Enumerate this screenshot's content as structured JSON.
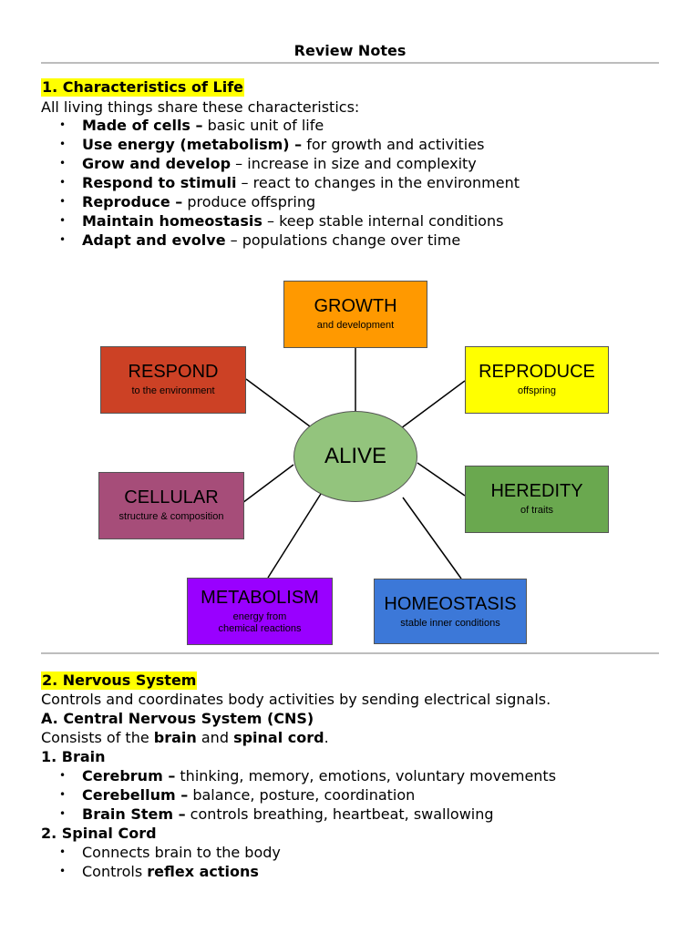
{
  "page_title": "Review Notes",
  "section1": {
    "heading": "1. Characteristics of Life",
    "intro": "All living things share these characteristics:",
    "items": [
      {
        "term": "Made of cells –",
        "desc": " basic unit of life"
      },
      {
        "term": "Use energy (metabolism) –",
        "desc": " for growth and activities"
      },
      {
        "term": "Grow and develop",
        "desc": " – increase in size and complexity"
      },
      {
        "term": "Respond to stimuli",
        "desc": " – react to changes in the environment"
      },
      {
        "term": "Reproduce –",
        "desc": " produce offspring"
      },
      {
        "term": "Maintain homeostasis",
        "desc": " – keep stable internal conditions"
      },
      {
        "term": "Adapt and evolve",
        "desc": " – populations change over time"
      }
    ]
  },
  "diagram": {
    "center": "ALIVE",
    "nodes": {
      "growth": {
        "title": "GROWTH",
        "sub": "and development",
        "color": "#ff9900"
      },
      "respond": {
        "title": "RESPOND",
        "sub": "to the environment",
        "color": "#cc4125"
      },
      "reproduce": {
        "title": "REPRODUCE",
        "sub": "offspring",
        "color": "#ffff00"
      },
      "cellular": {
        "title": "CELLULAR",
        "sub": "structure & composition",
        "color": "#a64d79"
      },
      "heredity": {
        "title": "HEREDITY",
        "sub": "of traits",
        "color": "#6aa84f"
      },
      "metabolism": {
        "title": "METABOLISM",
        "sub": "energy from chemical reactions",
        "color": "#9900ff"
      },
      "homeostasis": {
        "title": "HOMEOSTASIS",
        "sub": "stable inner conditions",
        "color": "#3c78d8"
      }
    }
  },
  "section2": {
    "heading": "2. Nervous System",
    "intro": "Controls and coordinates body activities by sending electrical signals.",
    "cns_heading": "A. Central Nervous System (CNS)",
    "consists": {
      "prefix": "Consists of the ",
      "brain": "brain",
      "and": " and ",
      "spinal": "spinal cord",
      "suffix": "."
    },
    "brain_heading": "1. Brain",
    "brain_items": [
      {
        "term": "Cerebrum –",
        "desc": " thinking, memory, emotions, voluntary movements"
      },
      {
        "term": "Cerebellum –",
        "desc": " balance, posture, coordination"
      },
      {
        "term": "Brain Stem –",
        "desc": " controls breathing, heartbeat, swallowing"
      }
    ],
    "spinal_heading": "2. Spinal Cord",
    "spinal_items": [
      {
        "prefix": "Connects brain to the body",
        "bold": ""
      },
      {
        "prefix": "Controls ",
        "bold": "reflex actions"
      }
    ]
  }
}
